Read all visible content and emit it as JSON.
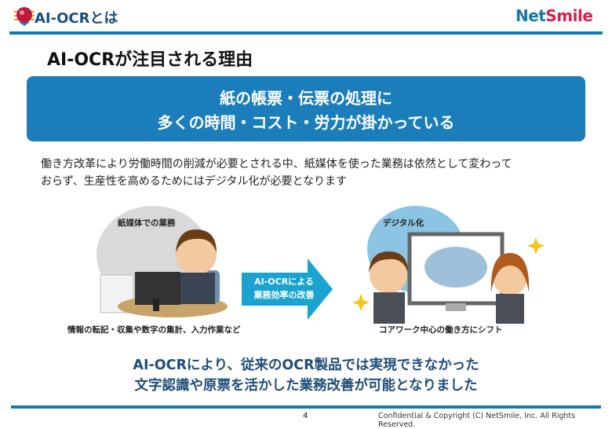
{
  "header": {
    "section_title": "AI-OCRとは",
    "brand_part1": "Net",
    "brand_part2": "Smile"
  },
  "slide": {
    "title": "AI-OCRが注目される理由",
    "banner_line1": "紙の帳票・伝票の処理に",
    "banner_line2": "多くの時間・コスト・労力が掛かっている",
    "body_line1": "働き方改革により労働時間の削減が必要とされる中、紙媒体を使った業務は依然として変わって",
    "body_line2": "おらず、生産性を高めるためにはデジタル化が必要となります",
    "left_label": "紙媒体での業務",
    "left_caption": "情報の転記・収集や数字の集計、入力作業など",
    "arrow_line1": "AI-OCRによる",
    "arrow_line2": "業務効率の改善",
    "right_label": "デジタル化",
    "right_caption": "コアワーク中心の働き方にシフト",
    "conclusion_line1": "AI-OCRにより、従来のOCR製品では実現できなかった",
    "conclusion_line2": "文字認識や原票を活かした業務改善が可能となりました"
  },
  "footer": {
    "page_number": "4",
    "copyright": "Confidential & Copyright (C) NetSmile, Inc. All Rights Reserved."
  },
  "colors": {
    "accent": "#0f7ab6",
    "banner": "#1b7ebb",
    "conclusion": "#1f4e79",
    "brand_red": "#d6204f"
  }
}
